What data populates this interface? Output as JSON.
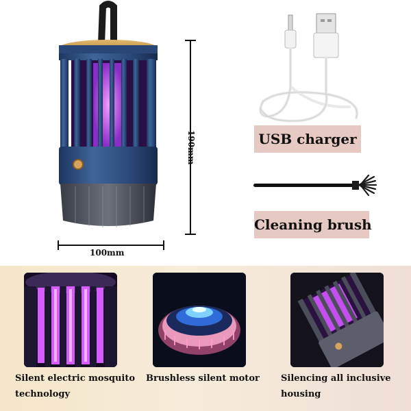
{
  "dimensions": {
    "height_label": "190mm",
    "width_label": "100mm"
  },
  "accessories": {
    "usb_label": "USB charger",
    "brush_label": "Cleaning brush"
  },
  "features": [
    {
      "line1": "Silent electric mosquito",
      "line2": "technology"
    },
    {
      "line1": "Brushless silent motor",
      "line2": ""
    },
    {
      "line1": "Silencing all inclusive",
      "line2": "housing"
    }
  ],
  "colors": {
    "tag_background": "#e6c9c2",
    "body_blue": "#2c4a7c",
    "uv_purple": "#c04ff0",
    "lid_gold": "#c99a4a"
  }
}
